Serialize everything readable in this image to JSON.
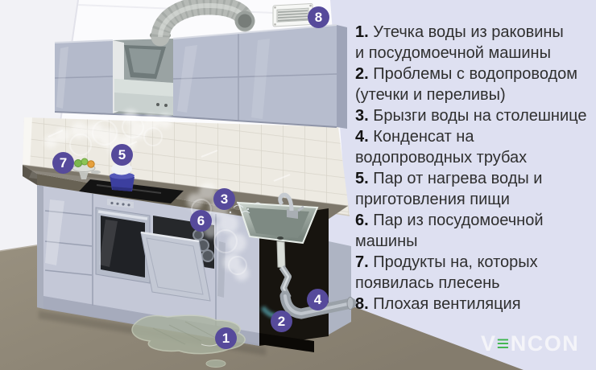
{
  "legend": {
    "items": [
      {
        "num": "1.",
        "text": "Утечка воды из раковины\nи посудомоечной машины"
      },
      {
        "num": "2.",
        "text": "Проблемы с водопроводом\n(утечки и переливы)"
      },
      {
        "num": "3.",
        "text": "Брызги воды на столешнице"
      },
      {
        "num": "4.",
        "text": "Конденсат на\nводопроводных трубах"
      },
      {
        "num": "5.",
        "text": "Пар от нагрева воды и\nприготовления пищи"
      },
      {
        "num": "6.",
        "text": "Пар из посудомоечной\nмашины"
      },
      {
        "num": "7.",
        "text": "Продукты на, которых\nпоявилась плесень"
      },
      {
        "num": "8.",
        "text": "Плохая вентиляция"
      }
    ]
  },
  "markers": {
    "m1": "1",
    "m2": "2",
    "m3": "3",
    "m4": "4",
    "m5": "5",
    "m6": "6",
    "m7": "7",
    "m8": "8"
  },
  "brand": {
    "part1": "V",
    "wave": "≡",
    "part2": "NCON"
  },
  "colors": {
    "background": "#dee0f1",
    "marker_purple": "#564a9b",
    "brand_green": "#3bb54a",
    "floor": "#8b8374",
    "cabinet": "#b7bdce",
    "countertop": "#7d776b"
  }
}
